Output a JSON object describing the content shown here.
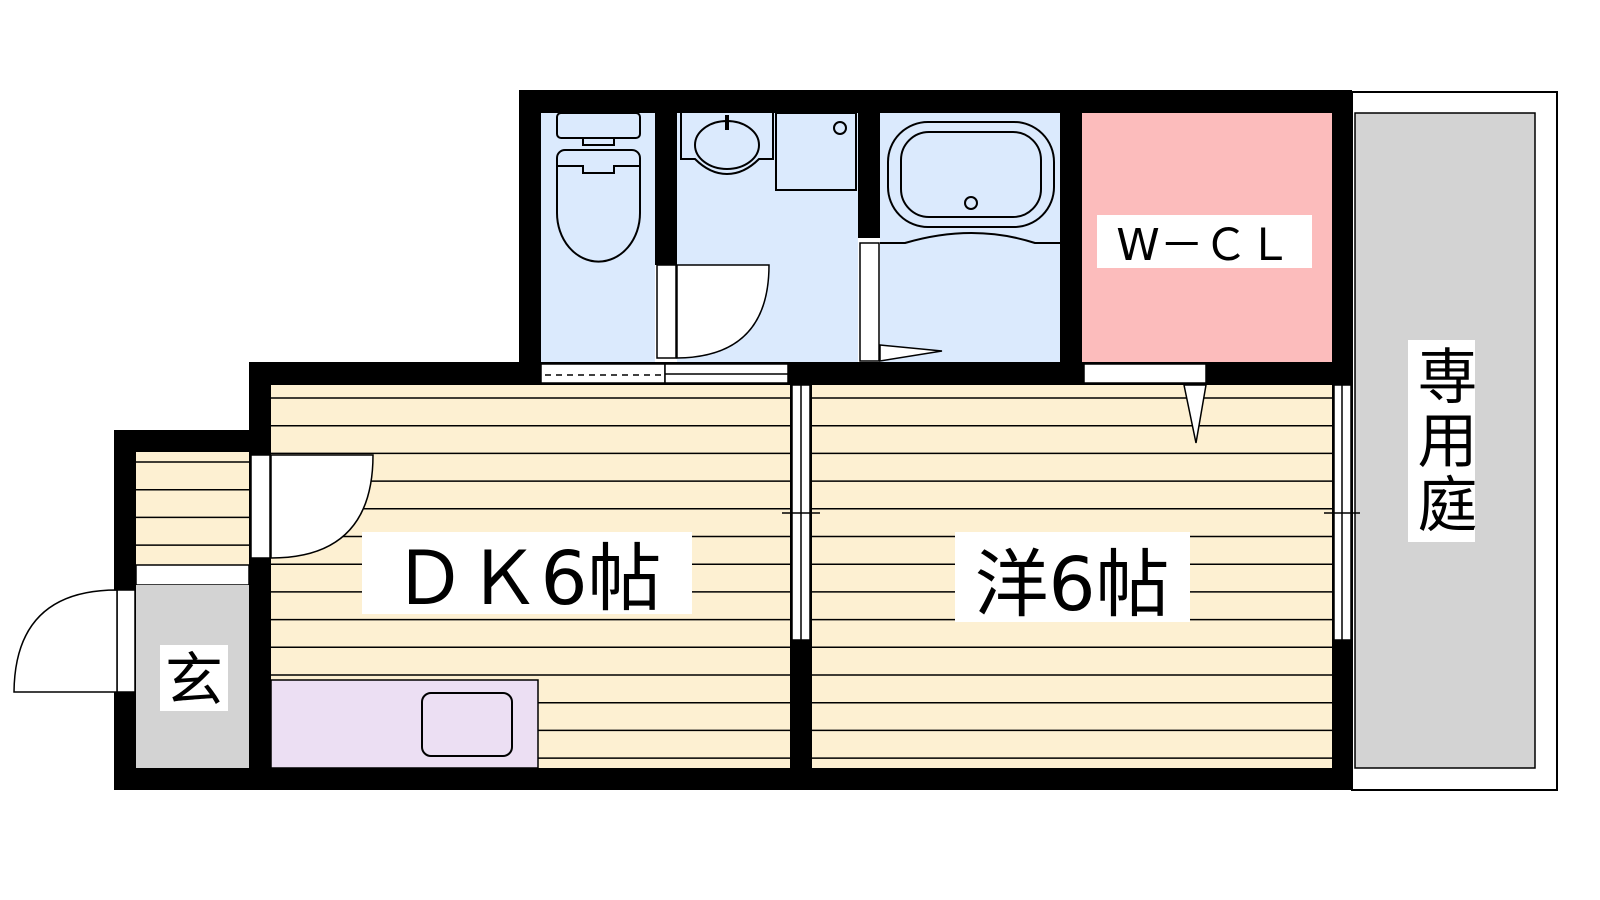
{
  "rooms": {
    "dk": {
      "label": "ＤＫ6帖",
      "color": "#fdf0d2"
    },
    "western": {
      "label": "洋6帖",
      "color": "#fdf0d2"
    },
    "wcl": {
      "label": "W－ＣＬ",
      "color": "#fcbcbc"
    },
    "garden": {
      "label": "専用庭",
      "color": "#d3d3d3"
    },
    "entrance": {
      "label": "玄",
      "color": "#d3d3d3"
    },
    "wet_area": {
      "color": "#dbeafd"
    },
    "kitchen": {
      "color": "#ecdff3"
    }
  }
}
